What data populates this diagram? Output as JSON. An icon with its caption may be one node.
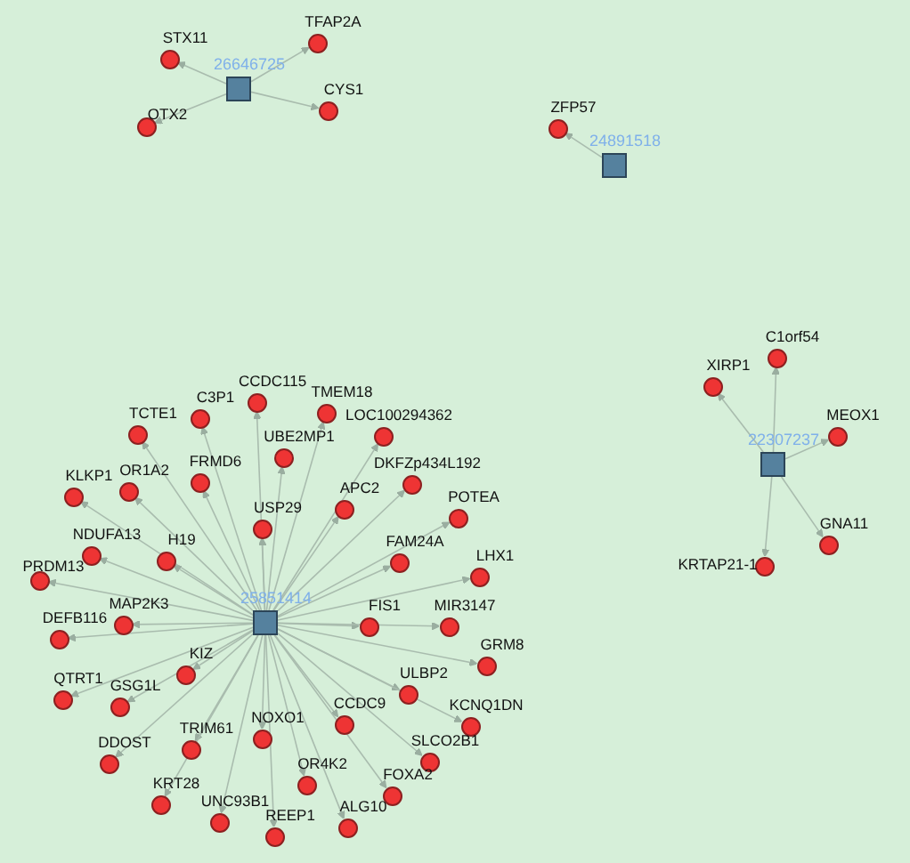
{
  "diagram": {
    "nodes": [
      {
        "text": [
          "26646725"
        ]
      },
      {
        "text": [
          "STX11"
        ]
      },
      {
        "text": [
          "TFAP2A"
        ]
      },
      {
        "text": [
          "OTX2"
        ]
      },
      {
        "text": [
          "CYS1"
        ]
      },
      {
        "text": [
          "24891518"
        ]
      },
      {
        "text": [
          "ZFP57"
        ]
      },
      {
        "text": [
          "22307237"
        ]
      },
      {
        "text": [
          "C1orf54"
        ]
      },
      {
        "text": [
          "XIRP1"
        ]
      },
      {
        "text": [
          "MEOX1"
        ]
      },
      {
        "text": [
          "GNA11"
        ]
      },
      {
        "text": [
          "KRTAP21-1"
        ]
      },
      {
        "text": [
          "25851414"
        ]
      },
      {
        "text": [
          "CCDC115"
        ]
      },
      {
        "text": [
          "C3P1"
        ]
      },
      {
        "text": [
          "TCTE1"
        ]
      },
      {
        "text": [
          "TMEM18"
        ]
      },
      {
        "text": [
          "LOC100294362"
        ]
      },
      {
        "text": [
          "UBE2MP1"
        ]
      },
      {
        "text": [
          "FRMD6"
        ]
      },
      {
        "text": [
          "OR1A2"
        ]
      },
      {
        "text": [
          "KLKP1"
        ]
      },
      {
        "text": [
          "DKFZp434L192"
        ]
      },
      {
        "text": [
          "USP29"
        ]
      },
      {
        "text": [
          "APC2"
        ]
      },
      {
        "text": [
          "POTEA"
        ]
      },
      {
        "text": [
          "NDUFA13"
        ]
      },
      {
        "text": [
          "H19"
        ]
      },
      {
        "text": [
          "FAM24A"
        ]
      },
      {
        "text": [
          "LHX1"
        ]
      },
      {
        "text": [
          "PRDM13"
        ]
      },
      {
        "text": [
          "MAP2K3"
        ]
      },
      {
        "text": [
          "DEFB116"
        ]
      },
      {
        "text": [
          "FIS1"
        ]
      },
      {
        "text": [
          "MIR3147"
        ]
      },
      {
        "text": [
          "KIZ"
        ]
      },
      {
        "text": [
          "GRM8"
        ]
      },
      {
        "text": [
          "ULBP2"
        ]
      },
      {
        "text": [
          "QTRT1"
        ]
      },
      {
        "text": [
          "GSG1L"
        ]
      },
      {
        "text": [
          "NOXO1"
        ]
      },
      {
        "text": [
          "CCDC9"
        ]
      },
      {
        "text": [
          "KCNQ1DN"
        ]
      },
      {
        "text": [
          "TRIM61"
        ]
      },
      {
        "text": [
          "DDOST"
        ]
      },
      {
        "text": [
          "SLCO2B1"
        ]
      },
      {
        "text": [
          "OR4K2"
        ]
      },
      {
        "text": [
          "FOXA2"
        ]
      },
      {
        "text": [
          "KRT28"
        ]
      },
      {
        "text": [
          "UNC93B1"
        ]
      },
      {
        "text": [
          "ALG10"
        ]
      },
      {
        "text": [
          "REEP1"
        ]
      }
    ],
    "edges": [
      {
        "from": 0,
        "to": 1,
        "arrow": "to"
      },
      {
        "from": 0,
        "to": 2,
        "arrow": "to"
      },
      {
        "from": 0,
        "to": 3,
        "arrow": "to"
      },
      {
        "from": 0,
        "to": 4,
        "arrow": "to"
      },
      {
        "from": 5,
        "to": 6,
        "arrow": "to"
      },
      {
        "from": 7,
        "to": 8,
        "arrow": "to"
      },
      {
        "from": 7,
        "to": 9,
        "arrow": "to"
      },
      {
        "from": 7,
        "to": 10,
        "arrow": "to"
      },
      {
        "from": 7,
        "to": 11,
        "arrow": "to"
      },
      {
        "from": 7,
        "to": 12,
        "arrow": "to"
      },
      {
        "from": 13,
        "to": 14,
        "arrow": "to"
      },
      {
        "from": 13,
        "to": 15,
        "arrow": "to"
      },
      {
        "from": 13,
        "to": 16,
        "arrow": "to"
      },
      {
        "from": 13,
        "to": 17,
        "arrow": "to"
      },
      {
        "from": 13,
        "to": 18,
        "arrow": "to"
      },
      {
        "from": 13,
        "to": 19,
        "arrow": "to"
      },
      {
        "from": 13,
        "to": 20,
        "arrow": "to"
      },
      {
        "from": 13,
        "to": 21,
        "arrow": "to"
      },
      {
        "from": 13,
        "to": 22,
        "arrow": "to"
      },
      {
        "from": 13,
        "to": 23,
        "arrow": "to"
      },
      {
        "from": 13,
        "to": 24,
        "arrow": "to"
      },
      {
        "from": 13,
        "to": 25,
        "arrow": "to"
      },
      {
        "from": 13,
        "to": 26,
        "arrow": "to"
      },
      {
        "from": 13,
        "to": 27,
        "arrow": "to"
      },
      {
        "from": 13,
        "to": 28,
        "arrow": "to"
      },
      {
        "from": 13,
        "to": 29,
        "arrow": "to"
      },
      {
        "from": 13,
        "to": 30,
        "arrow": "to"
      },
      {
        "from": 13,
        "to": 31,
        "arrow": "to"
      },
      {
        "from": 13,
        "to": 32,
        "arrow": "to"
      },
      {
        "from": 13,
        "to": 33,
        "arrow": "to"
      },
      {
        "from": 13,
        "to": 34,
        "arrow": "to"
      },
      {
        "from": 13,
        "to": 35,
        "arrow": "to"
      },
      {
        "from": 13,
        "to": 36,
        "arrow": "to"
      },
      {
        "from": 13,
        "to": 37,
        "arrow": "to"
      },
      {
        "from": 13,
        "to": 38,
        "arrow": "to"
      },
      {
        "from": 13,
        "to": 39,
        "arrow": "to"
      },
      {
        "from": 13,
        "to": 40,
        "arrow": "to"
      },
      {
        "from": 13,
        "to": 41,
        "arrow": "to"
      },
      {
        "from": 13,
        "to": 42,
        "arrow": "to"
      },
      {
        "from": 13,
        "to": 43,
        "arrow": "to"
      },
      {
        "from": 13,
        "to": 44,
        "arrow": "to"
      },
      {
        "from": 13,
        "to": 45,
        "arrow": "to"
      },
      {
        "from": 13,
        "to": 46,
        "arrow": "to"
      },
      {
        "from": 13,
        "to": 47,
        "arrow": "to"
      },
      {
        "from": 13,
        "to": 48,
        "arrow": "to"
      },
      {
        "from": 13,
        "to": 49,
        "arrow": "to"
      },
      {
        "from": 13,
        "to": 50,
        "arrow": "to"
      },
      {
        "from": 13,
        "to": 51,
        "arrow": "to"
      },
      {
        "from": 13,
        "to": 52,
        "arrow": "to"
      }
    ]
  }
}
